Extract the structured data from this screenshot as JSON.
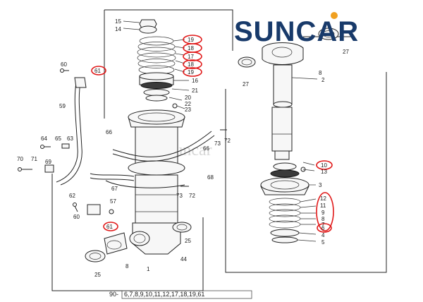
{
  "brand": {
    "text": "SUNCAR",
    "color": "#183a6a",
    "accent": "#f0a020"
  },
  "watermark": "suncar",
  "highlight_color": "#e01818",
  "kit": {
    "prefix": "90-",
    "list": "6,7,8,9,10,11,12,17,18,19,61"
  },
  "labels": {
    "l15": "15",
    "l14": "14",
    "l19a": "19",
    "l18a": "18",
    "l17": "17",
    "l18b": "18",
    "l19b": "19",
    "l16": "16",
    "l21": "21",
    "l20": "20",
    "l22": "22",
    "l23": "23",
    "l60a": "60",
    "l61a": "61",
    "l59": "59",
    "l64": "64",
    "l65": "65",
    "l63": "63",
    "l70": "70",
    "l71": "71",
    "l69": "69",
    "l66": "66",
    "l66b": "66",
    "l73a": "73",
    "l72a": "72",
    "l68": "68",
    "l67": "67",
    "l73b": "73",
    "l72b": "72",
    "l62": "62",
    "l57": "57",
    "l60b": "60",
    "l61b": "61",
    "l25a": "25",
    "l8a": "8",
    "l1": "1",
    "l44": "44",
    "l25b": "25",
    "l27a": "27",
    "l27b": "27",
    "l8b": "8",
    "l2": "2",
    "l10": "10",
    "l13": "13",
    "l3": "3",
    "l12": "12",
    "l11": "11",
    "l9": "9",
    "l8c": "8",
    "l7": "7",
    "l6": "6",
    "l4": "4",
    "l5": "5"
  }
}
